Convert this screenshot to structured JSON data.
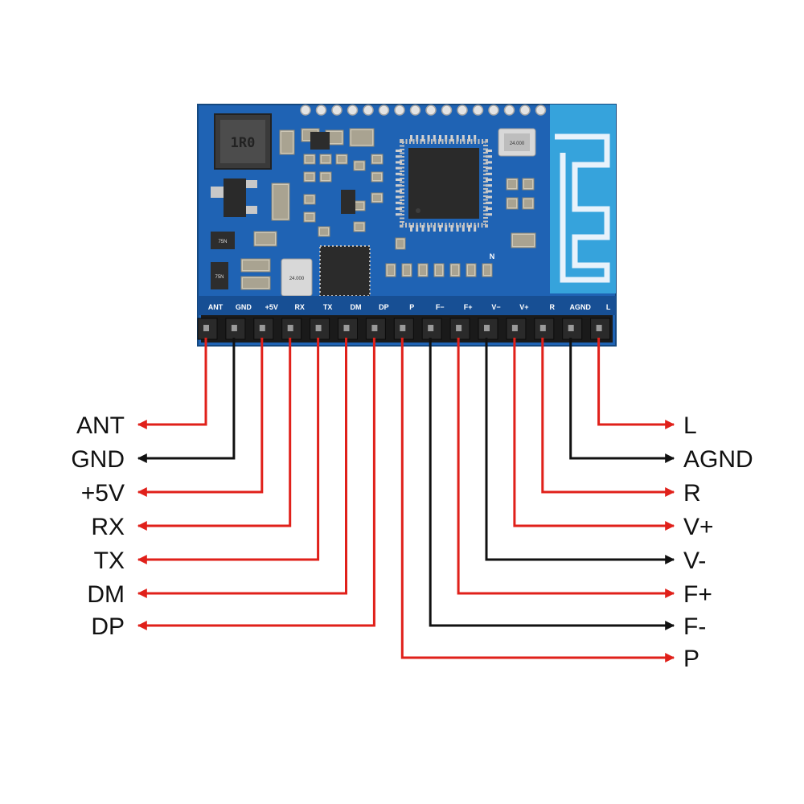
{
  "board": {
    "inductor_marking": "1R0",
    "resistor_marking": "75N",
    "crystal_marking": "24.000",
    "silk_n": "N",
    "header_labels": [
      "ANT",
      "GND",
      "+5V",
      "RX",
      "TX",
      "DM",
      "DP",
      "P",
      "F−",
      "F+",
      "V−",
      "V+",
      "R",
      "AGND",
      "L"
    ]
  },
  "pins": [
    {
      "label": "ANT",
      "side": "left",
      "wire": "red"
    },
    {
      "label": "GND",
      "side": "left",
      "wire": "black"
    },
    {
      "label": "+5V",
      "side": "left",
      "wire": "red"
    },
    {
      "label": "RX",
      "side": "left",
      "wire": "red"
    },
    {
      "label": "TX",
      "side": "left",
      "wire": "red"
    },
    {
      "label": "DM",
      "side": "left",
      "wire": "red"
    },
    {
      "label": "DP",
      "side": "left",
      "wire": "red"
    },
    {
      "label": "P",
      "side": "right",
      "wire": "red"
    },
    {
      "label": "F-",
      "side": "right",
      "wire": "black"
    },
    {
      "label": "F+",
      "side": "right",
      "wire": "red"
    },
    {
      "label": "V-",
      "side": "right",
      "wire": "black"
    },
    {
      "label": "V+",
      "side": "right",
      "wire": "red"
    },
    {
      "label": "R",
      "side": "right",
      "wire": "red"
    },
    {
      "label": "AGND",
      "side": "right",
      "wire": "black"
    },
    {
      "label": "L",
      "side": "right",
      "wire": "red"
    }
  ],
  "colors": {
    "red_wire": "#e0201a",
    "black_wire": "#111111",
    "pcb": "#1f63b4",
    "pcb_dark": "#174f94",
    "antenna_area": "#36a3dc",
    "pin_black": "#1a1a1a"
  }
}
